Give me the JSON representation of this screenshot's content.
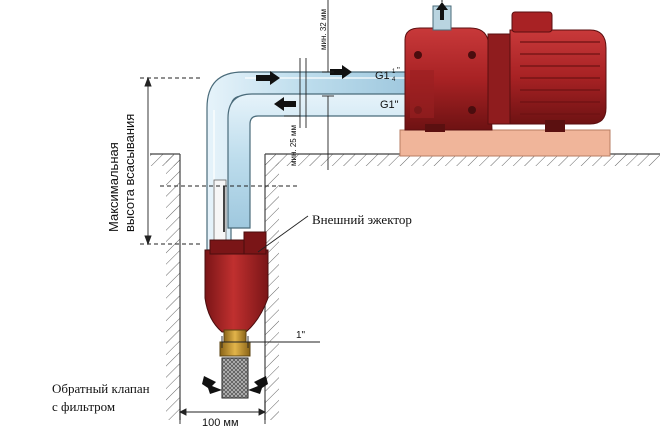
{
  "labels": {
    "max_suction_height": [
      "Максимальная",
      "высота всасывания"
    ],
    "min_32": "мин. 32 мм",
    "min_25": "мин. 25 мм",
    "pipe_top": "G1",
    "pipe_top_fraction_num": "1",
    "pipe_top_fraction_den": "4",
    "pipe_top_suffix": "\"",
    "pipe_bottom": "G1\"",
    "ejector": "Внешний эжектор",
    "valve": [
      "Обратный клапан",
      "с фильтром"
    ],
    "inch": "1\"",
    "well_width": "100 мм"
  },
  "colors": {
    "pump_red": "#b8272a",
    "pipe_blue": "#cfe6f2",
    "ground_brown": "#f0b59a",
    "ejector_red": "#8c1e1e",
    "valve_brass": "#c9962f"
  }
}
